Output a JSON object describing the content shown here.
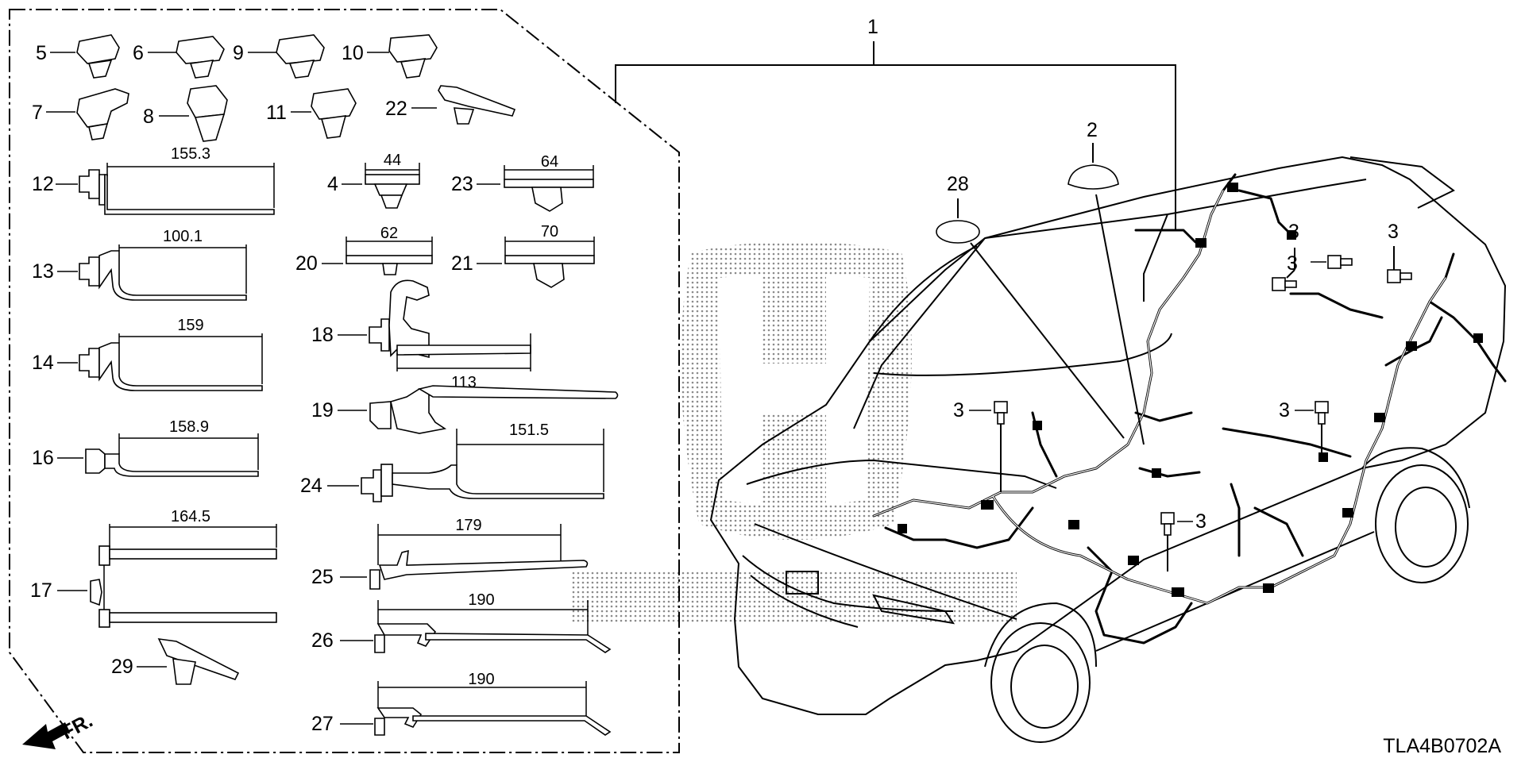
{
  "diagram": {
    "code": "TLA4B0702A",
    "direction_label": "FR.",
    "assembly_label": "1",
    "grommet_label": "2",
    "seal_label": "28",
    "bolt_label": "3",
    "clip_labels": [
      "5",
      "6",
      "9",
      "10",
      "7",
      "8",
      "11",
      "22",
      "29"
    ],
    "bands": [
      {
        "label": "12",
        "dim": "155.3"
      },
      {
        "label": "13",
        "dim": "100.1"
      },
      {
        "label": "14",
        "dim": "159"
      },
      {
        "label": "16",
        "dim": "158.9"
      },
      {
        "label": "17",
        "dim": "164.5"
      },
      {
        "label": "18",
        "dim": "113"
      },
      {
        "label": "24",
        "dim": "151.5"
      },
      {
        "label": "25",
        "dim": "179"
      },
      {
        "label": "26",
        "dim": "190"
      },
      {
        "label": "27",
        "dim": "190"
      }
    ],
    "small_clips": [
      {
        "label": "4",
        "dim": "44"
      },
      {
        "label": "23",
        "dim": "64"
      },
      {
        "label": "20",
        "dim": "62"
      },
      {
        "label": "21",
        "dim": "70"
      }
    ],
    "tie_label": "19"
  }
}
